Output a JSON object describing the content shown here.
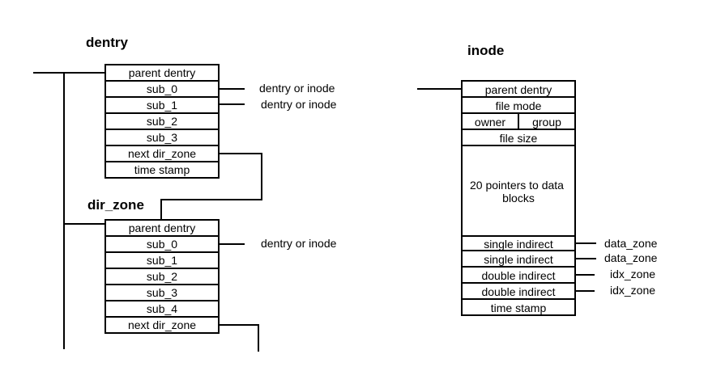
{
  "dentry": {
    "title": "dentry",
    "rows": [
      "parent dentry",
      "sub_0",
      "sub_1",
      "sub_2",
      "sub_3",
      "next dir_zone",
      "time stamp"
    ],
    "notes": [
      "dentry or inode",
      "dentry or inode"
    ]
  },
  "dir_zone": {
    "title": "dir_zone",
    "rows": [
      "parent dentry",
      "sub_0",
      "sub_1",
      "sub_2",
      "sub_3",
      "sub_4",
      "next dir_zone"
    ],
    "notes": [
      "dentry or inode"
    ]
  },
  "inode": {
    "title": "inode",
    "parent": "parent dentry",
    "file_mode": "file mode",
    "owner": "owner",
    "group": "group",
    "file_size": "file size",
    "pointers_line1": "20 pointers to data",
    "pointers_line2": "blocks",
    "indirect_rows": [
      "single indirect",
      "single indirect",
      "double indirect",
      "double indirect"
    ],
    "time_stamp": "time stamp",
    "notes": [
      "data_zone",
      "data_zone",
      "idx_zone",
      "idx_zone"
    ]
  }
}
